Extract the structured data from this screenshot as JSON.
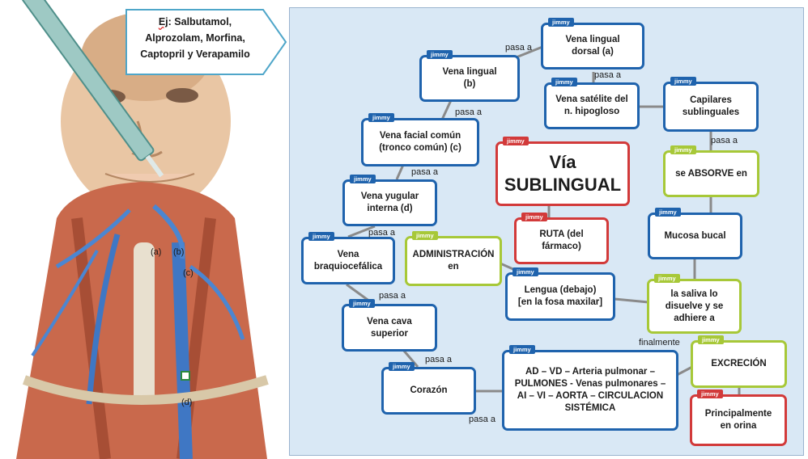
{
  "illustration": {
    "labels": [
      "(a)",
      "(b)",
      "(c)",
      "(d)"
    ]
  },
  "callout": {
    "prefix": "Ej",
    "text": ": Salbutamol, Alprozolam, Morfina, Captopril y Verapamilo"
  },
  "map": {
    "tag": "jimmy",
    "main_title": "Vía\nSUBLINGUAL",
    "nodes": {
      "vena_lingual_dorsal": "Vena lingual\ndorsal (a)",
      "vena_lingual": "Vena lingual\n(b)",
      "vena_satelite": "Vena satélite del\nn. hipogloso",
      "capilares": "Capilares\nsublinguales",
      "vena_facial": "Vena facial común\n(tronco común) (c)",
      "se_absorve": "se ABSORVE en",
      "vena_yugular": "Vena yugular\ninterna  (d)",
      "ruta": "RUTA (del\nfármaco)",
      "mucosa": "Mucosa bucal",
      "vena_braquio": "Vena\nbraquiocefálica",
      "administracion": "ADMINISTRACIÓN\nen",
      "lengua": "Lengua (debajo)\n[en la fosa maxilar]",
      "saliva": "la saliva lo\ndisuelve y se\nadhiere a",
      "vena_cava": "Vena cava\nsuperior",
      "corazon": "Corazón",
      "circulacion": "AD – VD – Arteria pulmonar –\nPULMONES - Venas pulmonares –\nAI – VI – AORTA – CIRCULACION\nSISTÉMICA",
      "excrecion": "EXCRECIÓN",
      "orina": "Principalmente\nen orina"
    },
    "links": {
      "pasa_a": "pasa a",
      "finalmente": "finalmente"
    }
  },
  "colors": {
    "blue": "#1f63ad",
    "green": "#a7c838",
    "red": "#d23a3a",
    "panel": "#d9e8f5"
  }
}
